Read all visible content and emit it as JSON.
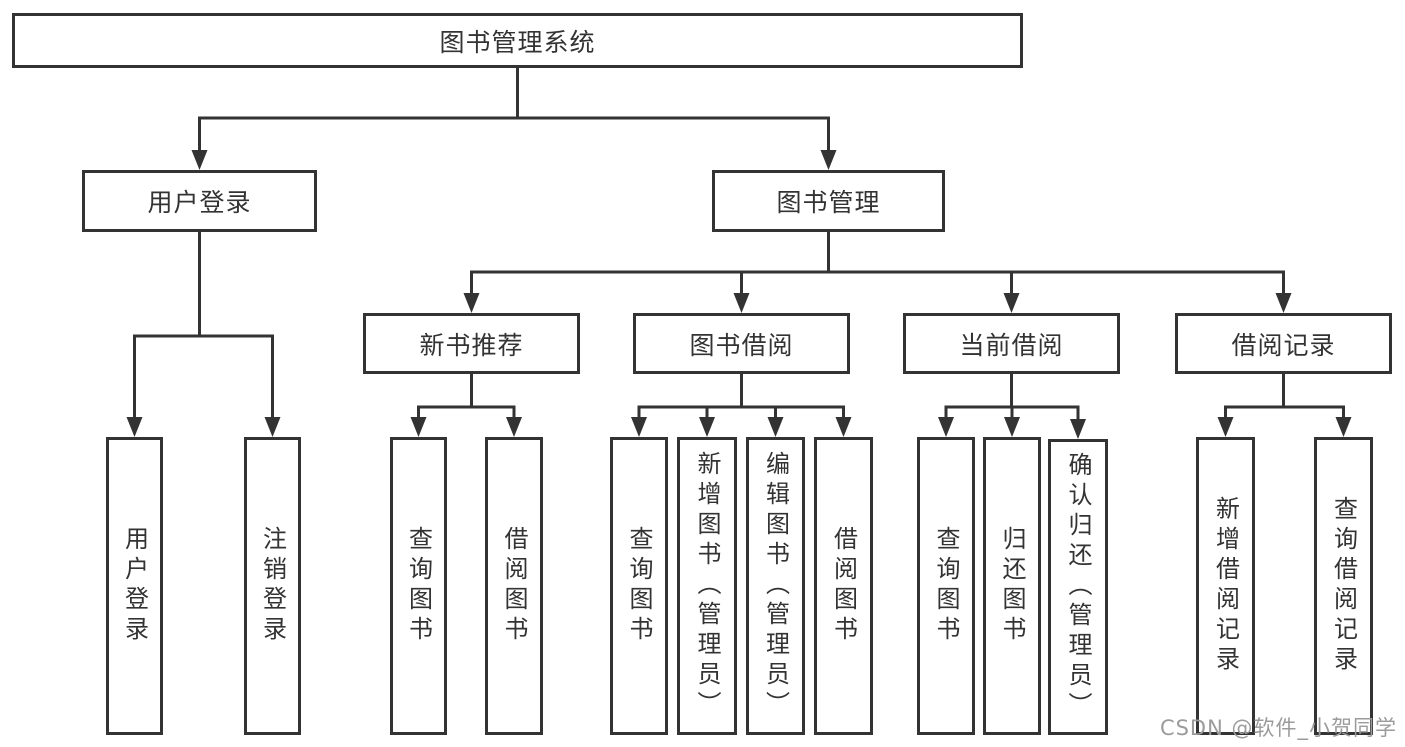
{
  "tree": {
    "root": "图书管理系统",
    "branches": [
      {
        "label": "用户登录",
        "children": [
          {
            "label": "用户登录"
          },
          {
            "label": "注销登录"
          }
        ]
      },
      {
        "label": "图书管理",
        "children": [
          {
            "label": "新书推荐",
            "children": [
              {
                "label": "查询图书"
              },
              {
                "label": "借阅图书"
              }
            ]
          },
          {
            "label": "图书借阅",
            "children": [
              {
                "label": "查询图书"
              },
              {
                "label": "新增图书（管理员）"
              },
              {
                "label": "编辑图书（管理员）"
              },
              {
                "label": "借阅图书"
              }
            ]
          },
          {
            "label": "当前借阅",
            "children": [
              {
                "label": "查询图书"
              },
              {
                "label": "归还图书"
              },
              {
                "label": "确认归还（管理员）"
              }
            ]
          },
          {
            "label": "借阅记录",
            "children": [
              {
                "label": "新增借阅记录"
              },
              {
                "label": "查询借阅记录"
              }
            ]
          }
        ]
      }
    ]
  },
  "watermark": {
    "text": "CSDN @软件_小贺同学"
  },
  "colors": {
    "line": "#333333",
    "box_border": "#333333",
    "text": "#333333",
    "watermark": "#9b9b9b",
    "background": "#ffffff"
  }
}
